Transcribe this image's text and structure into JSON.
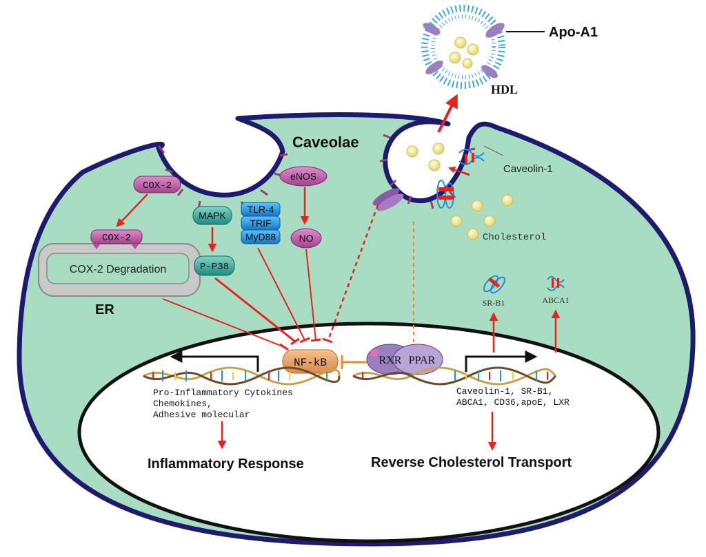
{
  "labels": {
    "apo_a1": "Apo-A1",
    "hdl": "HDL",
    "caveolae": "Caveolae",
    "caveolin1": "Caveolin-1",
    "cholesterol": "Cholesterol",
    "cox2_top": "COX-2",
    "cox2_er": "COX-2",
    "cox2_degradation": "COX-2 Degradation",
    "er": "ER",
    "mapk": "MAPK",
    "pp38": "P-P38",
    "tlr4": "TLR-4",
    "trif": "TRIF",
    "myd88": "MyD88",
    "enos": "eNOS",
    "no": "NO",
    "nfkb": "NF-kB",
    "rxr": "RXR",
    "ppar": "PPAR",
    "srb1": "SR-B1",
    "abca1": "ABCA1",
    "genes_left_1": "Pro-Inflammatory Cytokines",
    "genes_left_2": "Chemokines,",
    "genes_left_3": "Adhesive molecular",
    "genes_right_1": "Caveolin-1, SR-B1,",
    "genes_right_2": "ABCA1, CD36,apoE, LXR",
    "inflammatory_response": "Inflammatory Response",
    "reverse_transport": "Reverse Cholesterol Transport"
  },
  "colors": {
    "cell_fill": "#a8dcc3",
    "cell_border": "#1e1a6e",
    "nucleus_fill": "#ffffff",
    "arrow_red": "#e8231b",
    "arrow_orange": "#f08a24",
    "protein_purple": "#b24f9a",
    "protein_teal": "#2aa39a",
    "protein_blue": "#1f8fd6",
    "nfkb_fill": "#f0a65c",
    "er_fill": "#c9c9c9",
    "lipid_blue": "#3aa9d8",
    "cholesterol_fill": "#f4ef9c"
  }
}
